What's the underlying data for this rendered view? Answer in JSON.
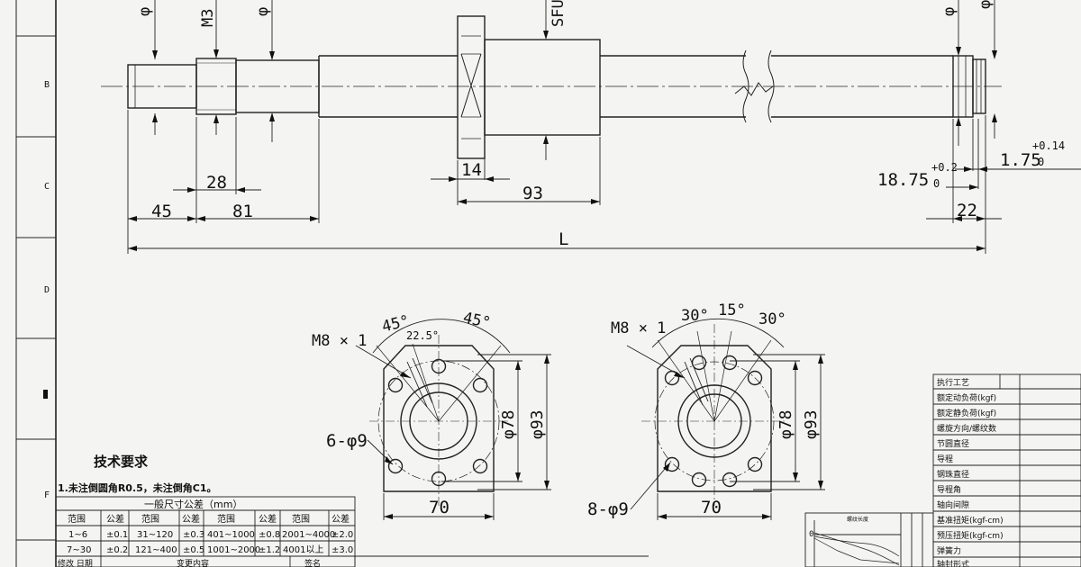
{
  "border_rows": [
    "B",
    "C",
    "D",
    "F"
  ],
  "shaft": {
    "dim_45": "45",
    "dim_28": "28",
    "dim_81": "81",
    "dim_14": "14",
    "dim_93": "93",
    "dim_L": "L",
    "dim_22": "22",
    "dim_1875": "18.75",
    "dim_1875_tol": "+0.2",
    "dim_1875_tol_low": "0",
    "dim_175": "1.75",
    "dim_175_tol": "+0.14",
    "dim_175_tol_low": "0",
    "phi_left1": "φ",
    "thread_M": "M3",
    "phi_left2": "φ",
    "phi_right1": "φ",
    "phi_right2": "φ",
    "model_text": "SFU"
  },
  "flange_left": {
    "hole_label": "M8 × 1",
    "angle_a": "45°",
    "angle_b": "22.5°",
    "angle_c": "45°",
    "holes_label": "6-φ9",
    "dia_78": "φ78",
    "dia_93": "φ93",
    "width": "70"
  },
  "flange_right": {
    "hole_label": "M8 × 1",
    "angle_a": "30°",
    "angle_b": "15°",
    "angle_c": "30°",
    "holes_label": "8-φ9",
    "dia_78": "φ78",
    "dia_93": "φ93",
    "width": "70"
  },
  "notes": {
    "title": "技术要求",
    "line1": "1.未注倒圆角R0.5，未注倒角C1。"
  },
  "tolerance_table": {
    "caption": "一般尺寸公差（mm）",
    "header": [
      "范围",
      "公差",
      "范围",
      "公差",
      "范围",
      "公差",
      "范围",
      "公差"
    ],
    "rows": [
      [
        "1~6",
        "±0.1",
        "31~120",
        "±0.3",
        "401~1000",
        "±0.8",
        "2001~4000",
        "±2.0"
      ],
      [
        "7~30",
        "±0.2",
        "121~400",
        "±0.5",
        "1001~2000",
        "±1.2",
        "4001以上",
        "±3.0"
      ]
    ],
    "footer_a": "修改 日期",
    "footer_b": "变更内容",
    "footer_c": "签名"
  },
  "spec_table": {
    "rows": [
      "执行工艺",
      "额定动负荷(kgf)",
      "额定静负荷(kgf)",
      "螺旋方向/螺纹数",
      "节圆直径",
      "导程",
      "钢珠直径",
      "导程角",
      "轴向间隙",
      "基准扭矩(kgf-cm)",
      "预压扭矩(kgf-cm)",
      "弹簧力"
    ],
    "last_partial": "轴封形式"
  },
  "torque_chart": {
    "zero_label": "0",
    "title": "螺纹长度"
  }
}
